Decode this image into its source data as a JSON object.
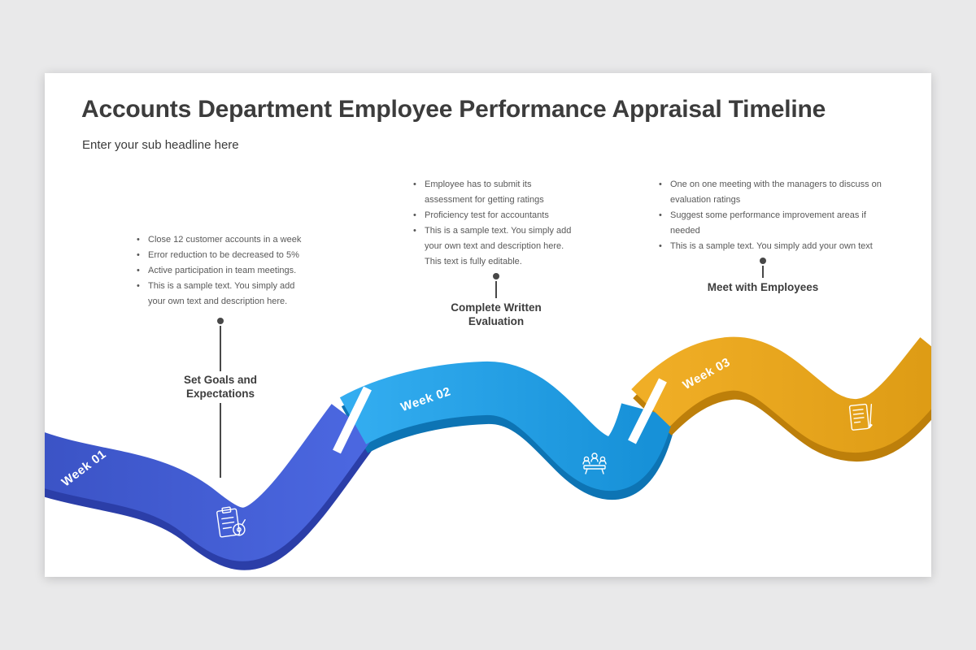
{
  "slide": {
    "title": "Accounts Department Employee Performance Appraisal Timeline",
    "subtitle": "Enter your sub headline here"
  },
  "colors": {
    "page_background": "#e9e9ea",
    "slide_background": "#ffffff",
    "connector": "#484848",
    "ribbon_text": "#ffffff"
  },
  "milestones": [
    {
      "week": "Week 01",
      "title": "Set Goals and Expectations",
      "icon": "clipboard-target-icon",
      "color": "#3a52c4",
      "color_light": "#4b67e0",
      "color_dark": "#2b3ea8",
      "bullets": [
        "Close 12 customer accounts in a week",
        "Error reduction to be decreased to 5%",
        "Active participation in team meetings.",
        "This is a sample text. You simply add your own text and description here."
      ]
    },
    {
      "week": "Week 02",
      "title": "Complete Written Evaluation",
      "icon": "team-discussion-icon",
      "color": "#1791d8",
      "color_light": "#33adf0",
      "color_dark": "#0d74b4",
      "bullets": [
        "Employee has to submit its assessment for getting ratings",
        "Proficiency test for accountants",
        "This is a sample text. You simply add your own text and description here. This text is fully editable."
      ]
    },
    {
      "week": "Week 03",
      "title": "Meet with Employees",
      "icon": "document-pen-icon",
      "color": "#dd9b14",
      "color_light": "#f0ae26",
      "color_dark": "#bd7f0a",
      "bullets": [
        "One on one meeting with the managers to discuss on evaluation ratings",
        "Suggest some performance improvement areas if needed",
        "This is a sample text. You simply add your own text"
      ]
    }
  ]
}
